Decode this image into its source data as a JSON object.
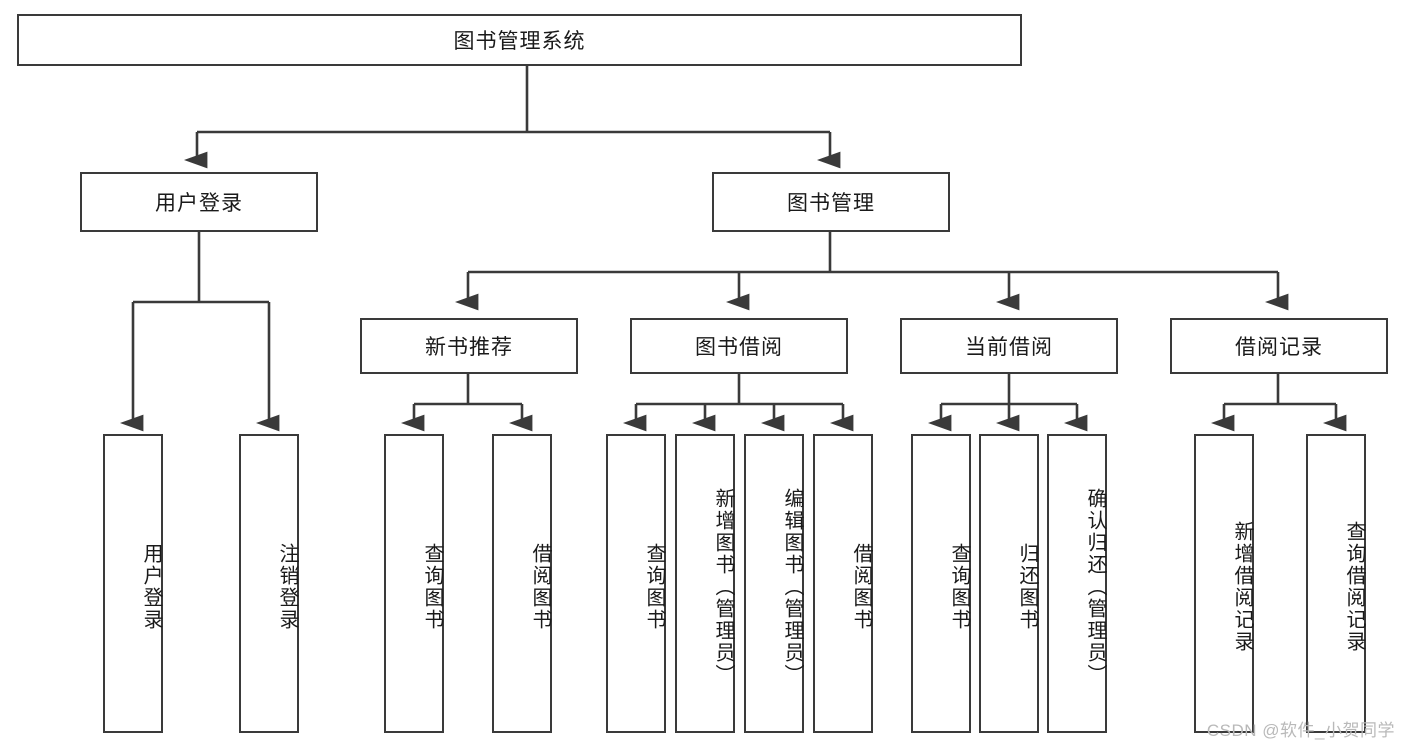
{
  "diagram": {
    "title": "图书管理系统",
    "type": "hierarchy-tree",
    "watermark": "CSDN @软件_小贺同学",
    "root": {
      "id": "root",
      "label": "图书管理系统"
    },
    "level1": [
      {
        "id": "user-login",
        "label": "用户登录"
      },
      {
        "id": "book-manage",
        "label": "图书管理"
      }
    ],
    "level2": [
      {
        "id": "new-book-recommend",
        "label": "新书推荐",
        "parent": "book-manage"
      },
      {
        "id": "book-borrow",
        "label": "图书借阅",
        "parent": "book-manage"
      },
      {
        "id": "current-borrow",
        "label": "当前借阅",
        "parent": "book-manage"
      },
      {
        "id": "borrow-record",
        "label": "借阅记录",
        "parent": "book-manage"
      }
    ],
    "leaves": [
      {
        "id": "leaf-user-login",
        "label": "用户登录",
        "parent": "user-login"
      },
      {
        "id": "leaf-logout-login",
        "label": "注销登录",
        "parent": "user-login"
      },
      {
        "id": "leaf-query-book-rec",
        "label": "查询图书",
        "parent": "new-book-recommend"
      },
      {
        "id": "leaf-borrow-book-rec",
        "label": "借阅图书",
        "parent": "new-book-recommend"
      },
      {
        "id": "leaf-query-book-bor",
        "label": "查询图书",
        "parent": "book-borrow"
      },
      {
        "id": "leaf-add-book",
        "label": "新增图书（管理员）",
        "parent": "book-borrow"
      },
      {
        "id": "leaf-edit-book",
        "label": "编辑图书（管理员）",
        "parent": "book-borrow"
      },
      {
        "id": "leaf-borrow-book",
        "label": "借阅图书",
        "parent": "book-borrow"
      },
      {
        "id": "leaf-query-book-cur",
        "label": "查询图书",
        "parent": "current-borrow"
      },
      {
        "id": "leaf-return-book",
        "label": "归还图书",
        "parent": "current-borrow"
      },
      {
        "id": "leaf-confirm-return",
        "label": "确认归还（管理员）",
        "parent": "current-borrow"
      },
      {
        "id": "leaf-add-record",
        "label": "新增借阅记录",
        "parent": "borrow-record"
      },
      {
        "id": "leaf-query-record",
        "label": "查询借阅记录",
        "parent": "borrow-record"
      }
    ],
    "colors": {
      "stroke": "#3a3a3a",
      "background": "#ffffff",
      "text": "#1a1a1a",
      "watermark": "#b9b9b9"
    }
  }
}
